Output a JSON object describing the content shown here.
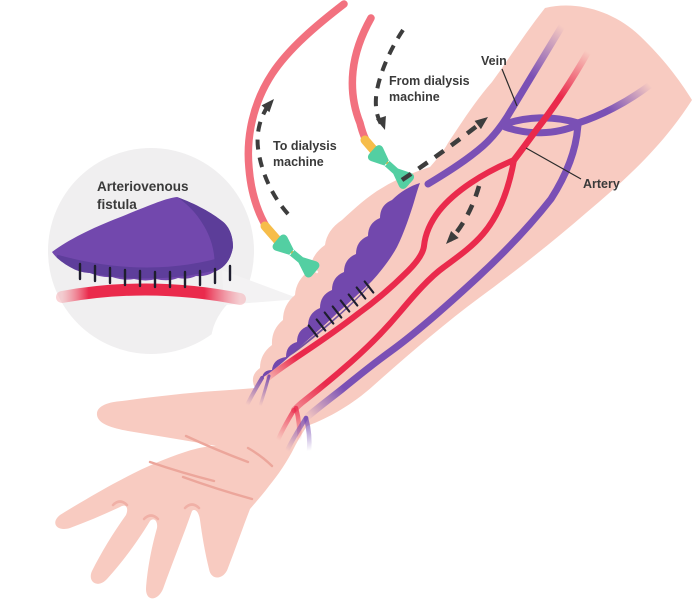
{
  "illustration": {
    "type": "medical-diagram",
    "subject": "Arteriovenous fistula for hemodialysis access",
    "inset_label": {
      "line1": "Arteriovenous",
      "line2": "fistula"
    },
    "to_machine_label": {
      "line1": "To dialysis",
      "line2": "machine"
    },
    "from_machine_label": {
      "line1": "From dialysis",
      "line2": "machine"
    },
    "vein_label": "Vein",
    "artery_label": "Artery"
  },
  "colors": {
    "skin": "#f8cbc1",
    "skin_line": "#eca69b",
    "web_shadow": "#f0b0a6",
    "artery": "#ea2a4c",
    "vein": "#7a50b5",
    "fistula": "#7248ad",
    "fistula_dark": "#5c3d99",
    "tube": "#f2717f",
    "connector": "#f6bd4a",
    "needle": "#eeb23c",
    "butterfly": "#53cfa2",
    "arrow": "#3d3d3d",
    "text": "#3a3a3a",
    "pointer_line": "#2b2b2b",
    "inset_bg": "#f0eff0",
    "stitch": "#1e1e2e"
  }
}
